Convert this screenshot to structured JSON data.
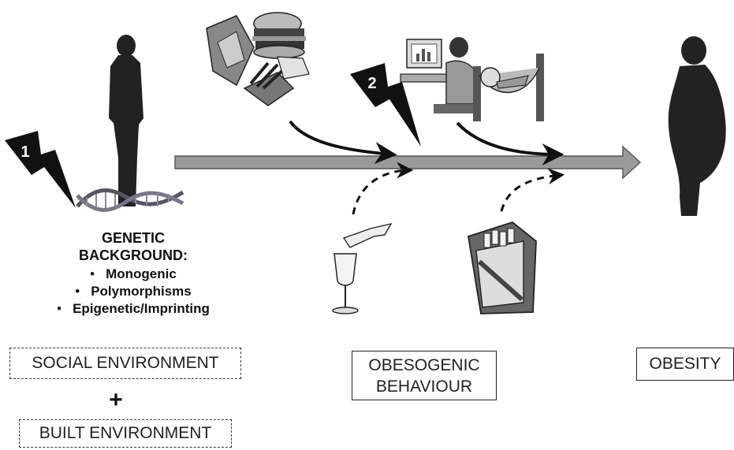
{
  "markers": {
    "first": "1",
    "second": "2"
  },
  "genetic_background": {
    "title_line1": "GENETIC",
    "title_line2": "BACKGROUND:",
    "items": [
      "Monogenic",
      "Polymorphisms",
      "Epigenetic/Imprinting"
    ]
  },
  "boxes": {
    "social_environment": "SOCIAL ENVIRONMENT",
    "plus": "+",
    "built_environment": "BUILT ENVIRONMENT",
    "obesogenic_line1": "OBESOGENIC",
    "obesogenic_line2": "BEHAVIOUR",
    "obesity": "OBESITY"
  },
  "icons": [
    "lean-person-silhouette-icon",
    "dna-helix-icon",
    "lightning-bolt-icon",
    "fast-food-icon",
    "computer-user-icon",
    "hammock-child-icon",
    "wine-glass-icon",
    "cigarette-pack-icon",
    "obese-person-silhouette-icon"
  ],
  "colors": {
    "timeline_arrow": "#9a9a9a",
    "silhouette": "#222222",
    "bolt": "#111111"
  }
}
